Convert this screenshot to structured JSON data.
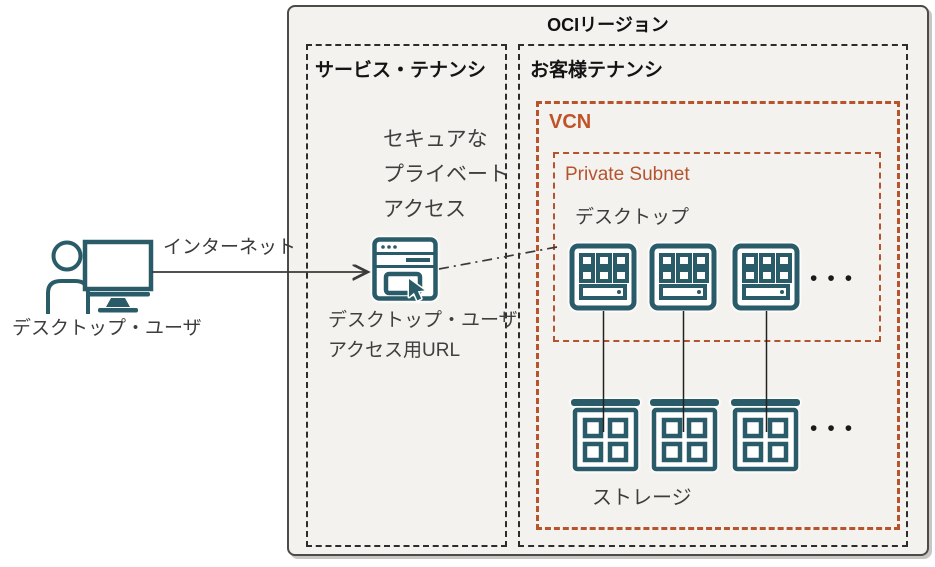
{
  "colors": {
    "teal": "#2a5b68",
    "orange_border": "#b7542c",
    "vcn_text": "#bf5327",
    "subnet_text": "#b5532e",
    "region_bg": "#f4f2ee",
    "line": "#3a3a3a"
  },
  "oci_region": {
    "title": "OCIリージョン"
  },
  "service_tenancy": {
    "label": "サービス・テナンシ",
    "secure_access_lines": [
      "セキュアな",
      "プライベート",
      "アクセス"
    ],
    "browser_caption_lines": [
      "デスクトップ・ユーザ",
      "アクセス用URL"
    ]
  },
  "customer_tenancy": {
    "label": "お客様テナンシ",
    "vcn": {
      "label": "VCN",
      "private_subnet": {
        "label": "Private Subnet",
        "desktop_label": "デスクトップ",
        "desktop_ellipsis": "•••"
      },
      "storage_label": "ストレージ",
      "storage_ellipsis": "•••"
    }
  },
  "external": {
    "user_label": "デスクトップ・ユーザ",
    "internet_label": "インターネット"
  }
}
